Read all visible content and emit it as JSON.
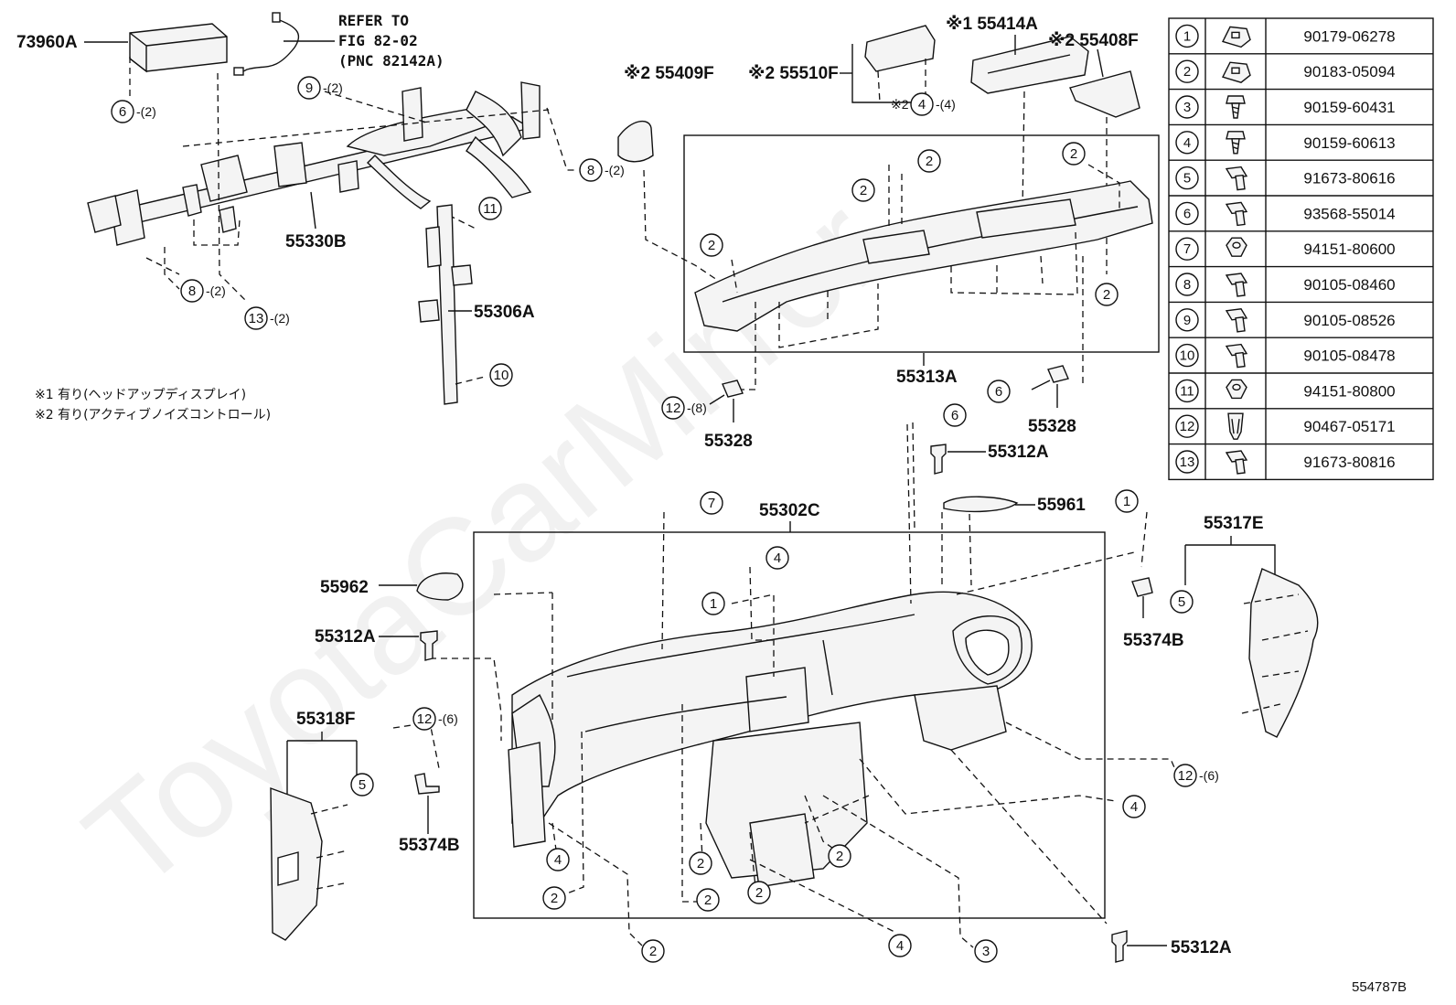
{
  "watermark": "ToyotaCarMirror",
  "figure_code": "554787B",
  "notes": [
    "※1 有り(ヘッドアップディスプレイ)",
    "※2 有り(アクティブノイズコントロール)"
  ],
  "refer_text": [
    "REFER TO",
    "FIG 82-02",
    "(PNC 82142A)"
  ],
  "parts": {
    "p73960A": "73960A",
    "p55330B": "55330B",
    "p55306A": "55306A",
    "p55409F": "※2 55409F",
    "p55510F": "※2 55510F",
    "p55414A": "※1 55414A",
    "p55408F": "※2 55408F",
    "p55313A": "55313A",
    "p55328a": "55328",
    "p55328b": "55328",
    "p55312A_top": "55312A",
    "p55961": "55961",
    "p55302C": "55302C",
    "p55317E": "55317E",
    "p55374B_r": "55374B",
    "p55962": "55962",
    "p55312A_l": "55312A",
    "p55318F": "55318F",
    "p55374B_l": "55374B",
    "p55312A_bot": "55312A"
  },
  "callouts": [
    {
      "n": "6",
      "q": "-(2)"
    },
    {
      "n": "9",
      "q": "-(2)"
    },
    {
      "n": "8",
      "q": "-(2)"
    },
    {
      "n": "11",
      "q": ""
    },
    {
      "n": "8",
      "q": "-(2)"
    },
    {
      "n": "13",
      "q": "-(2)"
    },
    {
      "n": "10",
      "q": ""
    },
    {
      "n": "4",
      "q": "-(4)",
      "pre": "※2"
    },
    {
      "n": "2",
      "q": ""
    },
    {
      "n": "2",
      "q": ""
    },
    {
      "n": "2",
      "q": ""
    },
    {
      "n": "2",
      "q": ""
    },
    {
      "n": "2",
      "q": ""
    },
    {
      "n": "12",
      "q": "-(8)"
    },
    {
      "n": "6",
      "q": ""
    },
    {
      "n": "6",
      "q": ""
    },
    {
      "n": "7",
      "q": ""
    },
    {
      "n": "4",
      "q": ""
    },
    {
      "n": "1",
      "q": ""
    },
    {
      "n": "1",
      "q": ""
    },
    {
      "n": "5",
      "q": ""
    },
    {
      "n": "12",
      "q": "-(6)"
    },
    {
      "n": "5",
      "q": ""
    },
    {
      "n": "12",
      "q": "-(6)"
    },
    {
      "n": "4",
      "q": ""
    },
    {
      "n": "4",
      "q": ""
    },
    {
      "n": "2",
      "q": ""
    },
    {
      "n": "2",
      "q": ""
    },
    {
      "n": "2",
      "q": ""
    },
    {
      "n": "2",
      "q": ""
    },
    {
      "n": "2",
      "q": ""
    },
    {
      "n": "2",
      "q": ""
    },
    {
      "n": "4",
      "q": ""
    },
    {
      "n": "3",
      "q": ""
    },
    {
      "n": "4",
      "q": ""
    }
  ],
  "hardware_table": [
    {
      "n": "1",
      "code": "90179-06278",
      "icon": "clip-nut-icon"
    },
    {
      "n": "2",
      "code": "90183-05094",
      "icon": "clip-nut-icon"
    },
    {
      "n": "3",
      "code": "90159-60431",
      "icon": "screw-icon"
    },
    {
      "n": "4",
      "code": "90159-60613",
      "icon": "screw-icon"
    },
    {
      "n": "5",
      "code": "91673-80616",
      "icon": "bolt-icon"
    },
    {
      "n": "6",
      "code": "93568-55014",
      "icon": "bolt-icon"
    },
    {
      "n": "7",
      "code": "94151-80600",
      "icon": "nut-icon"
    },
    {
      "n": "8",
      "code": "90105-08460",
      "icon": "bolt-icon"
    },
    {
      "n": "9",
      "code": "90105-08526",
      "icon": "bolt-icon"
    },
    {
      "n": "10",
      "code": "90105-08478",
      "icon": "bolt-icon"
    },
    {
      "n": "11",
      "code": "94151-80800",
      "icon": "nut-icon"
    },
    {
      "n": "12",
      "code": "90467-05171",
      "icon": "clip-icon"
    },
    {
      "n": "13",
      "code": "91673-80816",
      "icon": "bolt-icon"
    }
  ]
}
